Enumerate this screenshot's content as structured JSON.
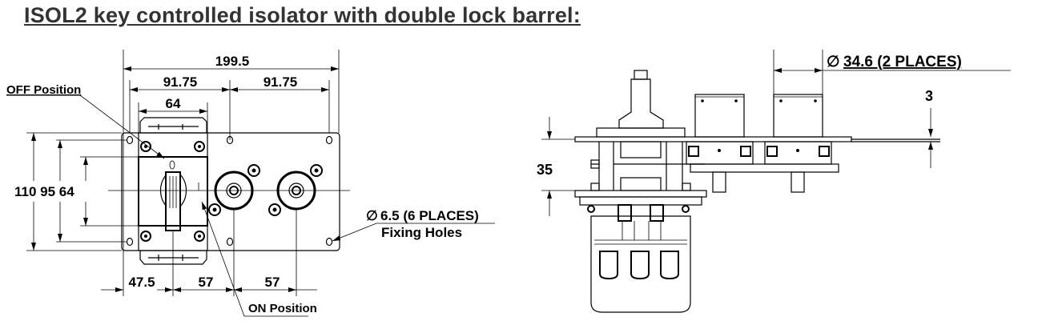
{
  "title": "ISOL2 key controlled isolator with double lock barrel:",
  "front_view": {
    "dim_overall_width": "199.5",
    "dim_hole_pitch_left": "91.75",
    "dim_hole_pitch_right": "91.75",
    "dim_switch_width": "64",
    "dim_heights": "110 95 64",
    "dim_bottom_1": "47.5",
    "dim_bottom_2": "57",
    "dim_bottom_3": "57",
    "off_label": "OFF Position",
    "on_label": "ON Position",
    "hole_spec_symbol": "∅",
    "hole_spec": "6.5 (6 PLACES)",
    "hole_note": "Fixing Holes"
  },
  "side_view": {
    "barrel_symbol": "∅",
    "barrel_spec": "34.6 (2 PLACES)",
    "dim_plate_thickness": "3",
    "dim_depth": "35"
  }
}
